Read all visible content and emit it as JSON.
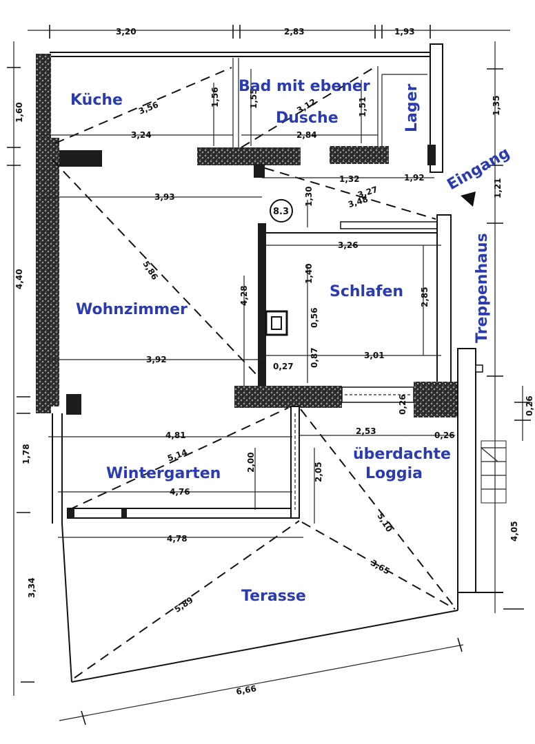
{
  "rooms": {
    "kueche": "Küche",
    "bad_line1": "Bad mit ebener",
    "bad_line2": "Dusche",
    "lager": "Lager",
    "eingang": "Eingang",
    "treppenhaus": "Treppenhaus",
    "schlafen": "Schlafen",
    "wohnzimmer": "Wohnzimmer",
    "wintergarten": "Wintergarten",
    "loggia_line1": "überdachte",
    "loggia_line2": "Loggia",
    "terasse": "Terasse"
  },
  "marker": "8.3",
  "dimensions": {
    "top_kueche": "3,20",
    "top_bad": "2,83",
    "top_lager": "1,93",
    "diag_kueche": "3,56",
    "kueche_h": "1,56",
    "bad_h1": "1,55",
    "diag_bad": "3,12",
    "bad_h2": "1,51",
    "kueche_w": "3,24",
    "bad_w": "2,84",
    "left_160": "1,60",
    "right_135": "1,35",
    "d_132": "1,32",
    "d_192": "1,92",
    "d_327": "3,27",
    "d_348": "3,48",
    "d_121": "1,21",
    "wohn_top": "3,93",
    "d_130": "1,30",
    "schlaf_w": "3,26",
    "diag_wohn": "5,86",
    "left_440": "4,40",
    "d_428": "4,28",
    "d_140": "1,40",
    "d_285": "2,85",
    "d_056": "0,56",
    "wohn_w": "3,92",
    "d_027": "0,27",
    "d_087": "0,87",
    "schlaf_w2": "3,01",
    "d_026a": "0,26",
    "d_026b": "0,26",
    "d_026c": "0,26",
    "winter_w": "4,81",
    "loggia_w": "2,53",
    "diag_winter": "5,14",
    "left_178": "1,78",
    "winter_h": "2,00",
    "loggia_h": "2,05",
    "winter_w2": "4,76",
    "diag_loggia": "5,10",
    "terr_w": "4,78",
    "right_405": "4,05",
    "diag_terr": "3,65",
    "left_334": "3,34",
    "diag_terr2": "5,89",
    "bottom_666": "6,66"
  }
}
